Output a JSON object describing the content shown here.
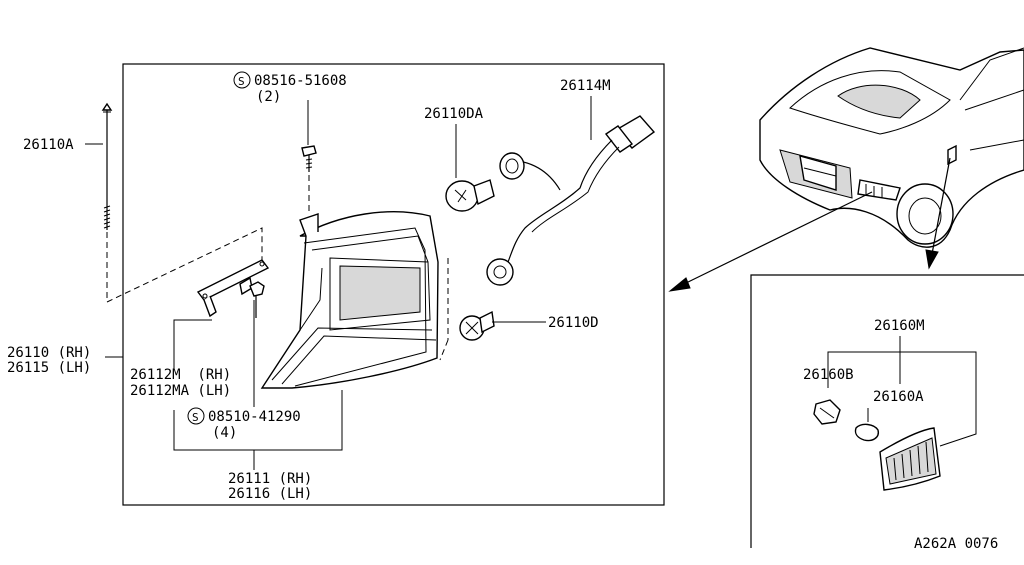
{
  "diagram_id": "A262A 0076",
  "callouts": {
    "bolt": "26110A",
    "screw_code": "08516-51608",
    "screw_qty": "(2)",
    "bulb_stop": "26110DA",
    "harness": "26114M",
    "bulb_turn": "26110D",
    "lamp_rh": "26110 (RH)",
    "lamp_lh": "26115 (LH)",
    "bracket_rh": "26112M  (RH)",
    "bracket_lh": "26112MA (LH)",
    "nut_code": "08510-41290",
    "nut_qty": "(4)",
    "assy_rh": "26111 (RH)",
    "assy_lh": "26116 (LH)",
    "side_assy": "26160M",
    "side_socket": "26160B",
    "side_bulb": "26160A"
  },
  "symbols": {
    "s_mark": "S"
  }
}
